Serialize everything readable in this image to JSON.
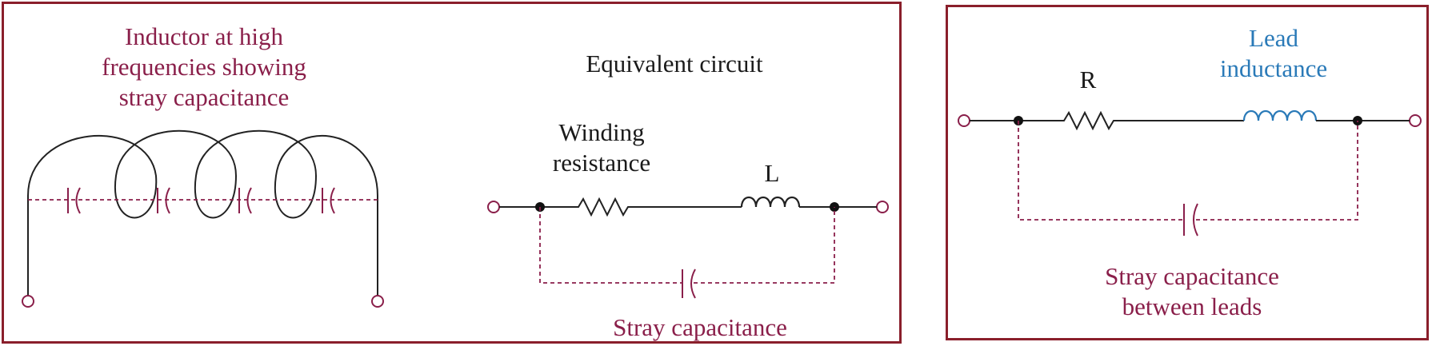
{
  "left_panel": {
    "title_inductor": "Inductor at high\nfrequencies showing\nstray capacitance",
    "title_equivalent": "Equivalent circuit",
    "label_winding": "Winding\nresistance",
    "label_L": "L",
    "label_stray": "Stray capacitance"
  },
  "right_panel": {
    "label_R": "R",
    "label_lead": "Lead\ninductance",
    "label_stray_leads": "Stray capacitance\nbetween leads"
  },
  "colors": {
    "frame": "#8a1f2b",
    "stray": "#8a1f4a",
    "lead_inductance": "#2a7ab8",
    "wire": "#222222"
  }
}
